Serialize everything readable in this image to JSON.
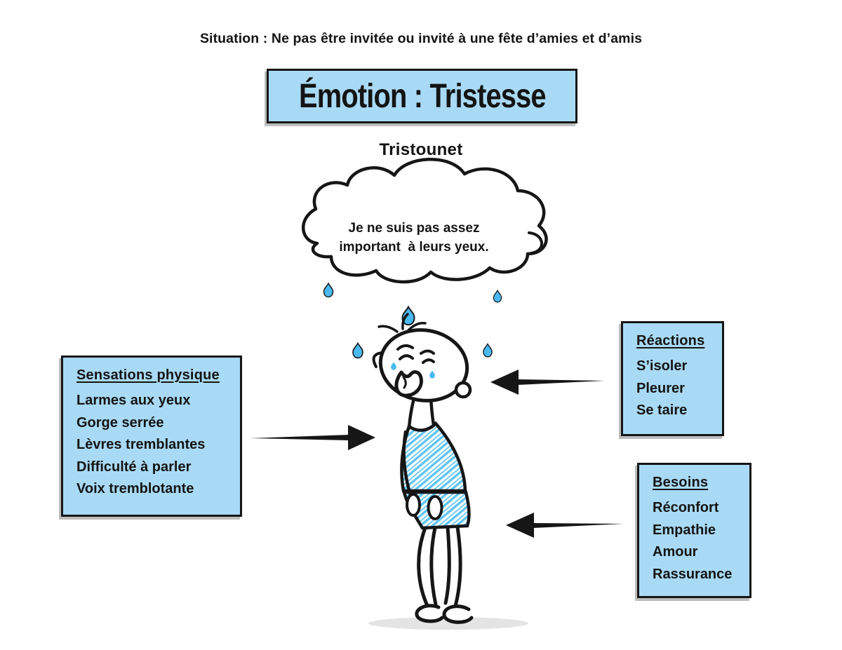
{
  "title": "Situation : Ne pas être invitée ou invité à une fête d’amies et d’amis",
  "emotion": {
    "label": "Émotion : Tristesse"
  },
  "character": {
    "name": "Tristounet"
  },
  "thought": {
    "line1": "Je ne suis pas assez",
    "line2": "important  à leurs yeux."
  },
  "boxes": {
    "sensations": {
      "heading": "Sensations physique",
      "items": [
        "Larmes aux yeux",
        "Gorge serrée",
        "Lèvres tremblantes",
        "Difficulté à parler",
        "Voix tremblotante"
      ]
    },
    "reactions": {
      "heading": "Réactions",
      "items": [
        "S’isoler",
        "Pleurer",
        "Se taire"
      ]
    },
    "besoins": {
      "heading": "Besoins",
      "items": [
        "Réconfort",
        "Empathie",
        "Amour",
        "Rassurance"
      ]
    }
  },
  "icons": [
    "thought-cloud-icon",
    "raindrop-icon",
    "sad-character-illustration",
    "arrow-icon"
  ],
  "colors": {
    "box_fill": "#a9daf5",
    "outline": "#161616",
    "drop_fill": "#4ab9ef",
    "shirt_scribble": "#5ec4f3",
    "shadow_fill": "#e4e4e4"
  }
}
